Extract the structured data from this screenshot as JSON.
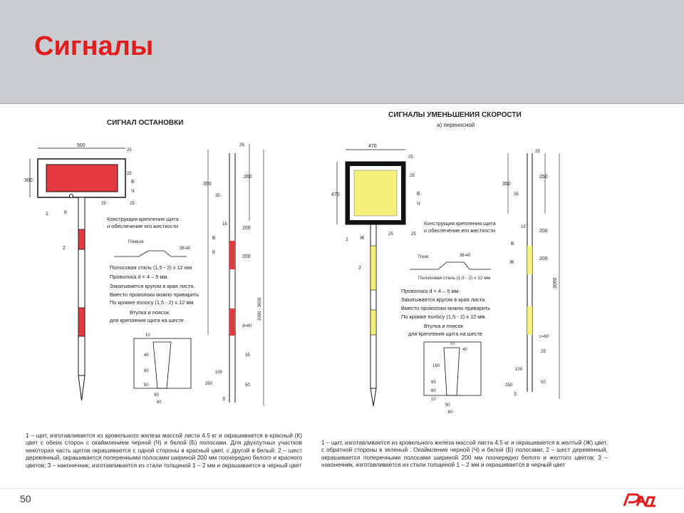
{
  "slide": {
    "title": "Сигналы",
    "page_number": "50"
  },
  "colors": {
    "title": "#e11d1d",
    "header_bg": "#c9cdd2",
    "stop_red": "#e53940",
    "speed_yellow": "#f4f07a",
    "logo_red": "#e21a1a"
  },
  "left_panel": {
    "heading": "СИГНАЛ ОСТАНОВКИ",
    "dims": {
      "w500": "500",
      "h300": "300",
      "d25a": "25",
      "d25b": "25",
      "d25c": "25",
      "d25d": "25",
      "d350": "350",
      "d260": "260",
      "d35": "35",
      "d15": "15",
      "d200a": "200",
      "d200b": "200",
      "d2000": "2000 - 3000",
      "d60": "d=60",
      "d25e": "25",
      "d250": "250",
      "d100": "100",
      "d50": "50",
      "d10": "10",
      "d40": "40",
      "d80": "80",
      "d50b": "50",
      "d90": "90",
      "d60b": "60",
      "d3840": "38-40"
    },
    "labels": {
      "b": "Б",
      "ch": "Ч",
      "k": "К",
      "n1": "1",
      "n2": "2",
      "n3": "3",
      "b2": "Б",
      "k2": "К",
      "poyasok": "Поясок"
    },
    "notes": {
      "mount1": "Конструкция крепления щита",
      "mount2": "и обеспечение его жесткости",
      "steel": "Полосовая сталь (1,5 - 2) х 12 мм",
      "wire": "Проволока d = 4 – 5 мм.",
      "roll": "Закатывается кругом в края листа.",
      "instead1": "Вместо проволоки можно приварить",
      "instead2": "По кромке полосу (1,5 - 2) х 12 мм",
      "sleeve1": "Втулка и поясок",
      "sleeve2": "для крепления щита на шесте"
    },
    "caption": "1 – щит, изготавливается из кровельного железа массой листа 4.5 кг и окрашивается в красный (К) цвет с обеих сторон с окаймлением черной (Ч) и белой (Б) полосами. Для двухпутных участков некоторая часть щитов окрашивается с одной стороны в красный цвет, с другой в белый; 2 – шест деревянный, окрашивается поперечными полосами шириной 200 мм поочередно белого и красного цветов; 3 – наконечник, изготавливается из стали толщиной 1 – 2 мм и окрашивается в черный цвет"
  },
  "right_panel": {
    "heading": "СИГНАЛЫ УМЕНЬШЕНИЯ СКОРОСТИ",
    "subheading": "а) переносной",
    "dims": {
      "w470": "470",
      "h470": "470",
      "d25a": "25",
      "d25b": "25",
      "d25c": "25",
      "d25d": "25",
      "d350": "350",
      "d260": "260",
      "d35": "35",
      "d15": "15",
      "d200a": "200",
      "d200b": "200",
      "d3000": "3000",
      "d60": "c=60",
      "d25e": "25",
      "d250": "250",
      "d100": "100",
      "d50": "50",
      "d70": "70",
      "d40": "40",
      "d190": "190",
      "d10": "10",
      "d80": "80",
      "d65": "65",
      "d90": "90",
      "d60b": "60",
      "d3840": "38-40"
    },
    "labels": {
      "b": "Б",
      "ch": "Ч",
      "zh": "Ж",
      "n1": "1",
      "n2": "2",
      "n3": "3",
      "b2": "Б",
      "zh2": "Ж",
      "poyas": "Пояс"
    },
    "notes": {
      "mount1": "Конструкция крепления щита",
      "mount2": "и обеспечение его жесткости",
      "steel": "Полосовая сталь (1,5 - 2) х 12 мм",
      "wire": "Проволока d = 4 – 5 мм.",
      "roll": "Закатывается кругом в края листа.",
      "instead1": "Вместо проволоки можно приварить",
      "instead2": "По кромке полосу (1,5 - 2) х 12 мм.",
      "sleeve1": "Втулка и поясок",
      "sleeve2": "для крепления щита на шесте"
    },
    "caption": "1 – щит, изготавливается из кровельного железа массой листа 4.5 кг и окрашивается в желтый (Ж) цвет, с обратной стороны в зеленый . Окаймление черной (Ч) и белой (Б) полосами; 2 – шест деревянный, окрашивается поперечными полосами шириной 200 мм поочередно белого и желтого цветов; 3 – наконечник, изготавливается из стали толщиной 1 – 2 мм и окрашивается в черный цвет"
  },
  "logo": {
    "icon": "rzd-logo-icon"
  }
}
